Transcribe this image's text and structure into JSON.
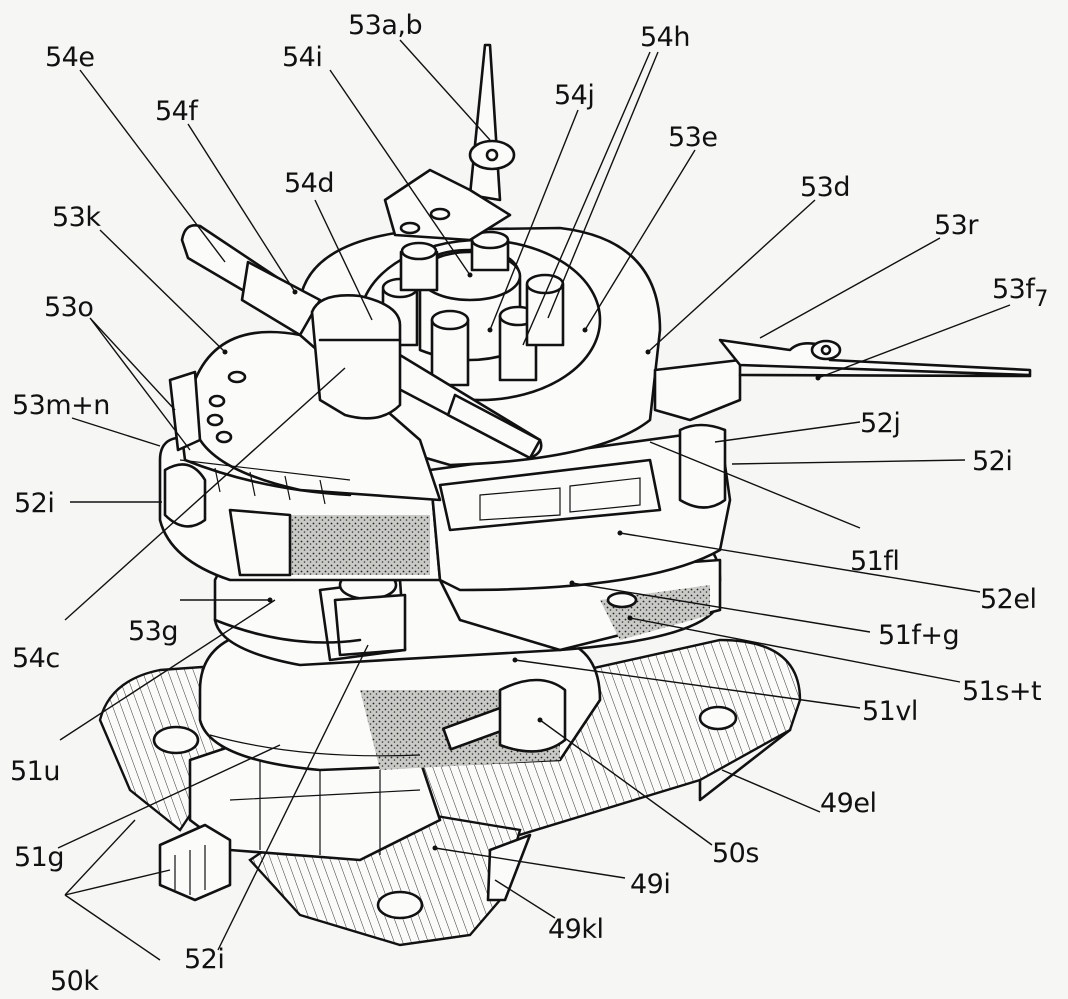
{
  "labels": [
    {
      "id": "53ab",
      "text": "53a,b"
    },
    {
      "id": "54h",
      "text": "54h"
    },
    {
      "id": "54e",
      "text": "54e"
    },
    {
      "id": "54i",
      "text": "54i"
    },
    {
      "id": "54j",
      "text": "54j"
    },
    {
      "id": "54f",
      "text": "54f"
    },
    {
      "id": "53e",
      "text": "53e"
    },
    {
      "id": "54d",
      "text": "54d"
    },
    {
      "id": "53d",
      "text": "53d"
    },
    {
      "id": "53k",
      "text": "53k"
    },
    {
      "id": "53r",
      "text": "53r"
    },
    {
      "id": "53f7",
      "text": "53f"
    },
    {
      "id": "53o",
      "text": "53o"
    },
    {
      "id": "53mn",
      "text": "53m+n"
    },
    {
      "id": "52j",
      "text": "52j"
    },
    {
      "id": "52iR",
      "text": "52i"
    },
    {
      "id": "52iL",
      "text": "52i"
    },
    {
      "id": "51fl",
      "text": "51fl"
    },
    {
      "id": "52el",
      "text": "52el"
    },
    {
      "id": "54c",
      "text": "54c"
    },
    {
      "id": "53g",
      "text": "53g"
    },
    {
      "id": "51fg",
      "text": "51f+g"
    },
    {
      "id": "51st",
      "text": "51s+t"
    },
    {
      "id": "51u",
      "text": "51u"
    },
    {
      "id": "51vl",
      "text": "51vl"
    },
    {
      "id": "49el",
      "text": "49el"
    },
    {
      "id": "51g",
      "text": "51g"
    },
    {
      "id": "50s",
      "text": "50s"
    },
    {
      "id": "49i",
      "text": "49i"
    },
    {
      "id": "49kl",
      "text": "49kl"
    },
    {
      "id": "52iB",
      "text": "52i"
    },
    {
      "id": "50k",
      "text": "50k"
    }
  ],
  "subscript": {
    "53f7": "7"
  }
}
